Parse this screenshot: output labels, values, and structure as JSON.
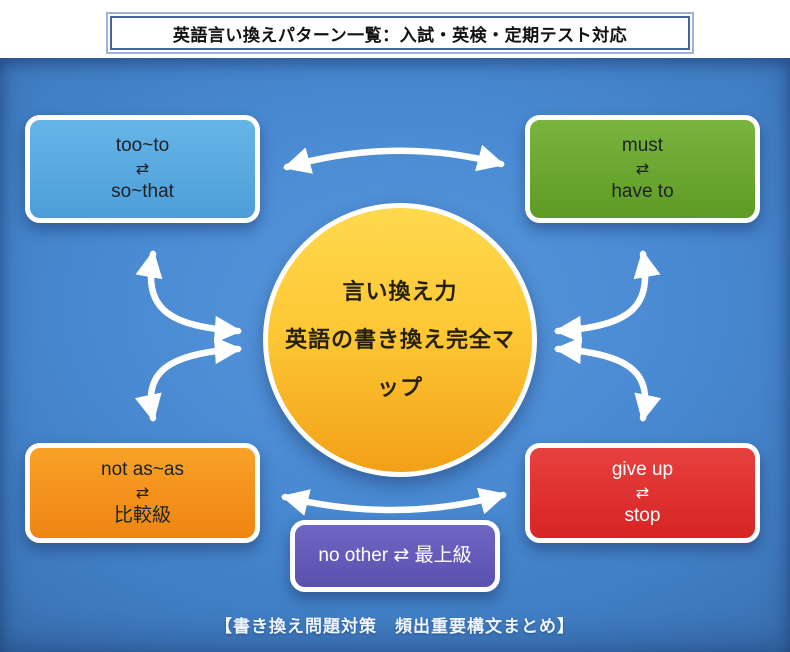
{
  "title": "英語言い換えパターン一覧：入試・英検・定期テスト対応",
  "center": {
    "line1": "言い換え力",
    "line2": "英語の書き換え完全マ",
    "line3": "ップ"
  },
  "nodes": {
    "top_left": {
      "top": "too~to",
      "symbol": "⇄",
      "bottom": "so~that"
    },
    "top_right": {
      "top": "must",
      "symbol": "⇄",
      "bottom": "have to"
    },
    "bottom_left": {
      "top": "not as~as",
      "symbol": "⇄",
      "bottom": "比較級"
    },
    "bottom_right": {
      "top": "give up",
      "symbol": "⇄",
      "bottom": "stop"
    },
    "bottom_center": {
      "label": "no other ⇄ 最上級"
    }
  },
  "caption": "【書き換え問題対策　頻出重要構文まとめ】",
  "colors": {
    "background_blue": "#4889d1",
    "box_blue": "#58ade2",
    "box_green": "#68a52e",
    "box_orange": "#f6941d",
    "box_red": "#e12f2f",
    "box_purple": "#675eb8",
    "circle_top": "#ffd94a",
    "circle_bottom": "#f2a018",
    "arrow": "#ffffff",
    "title_border_outer": "#9fb2d9",
    "title_border_inner": "#44659e"
  }
}
